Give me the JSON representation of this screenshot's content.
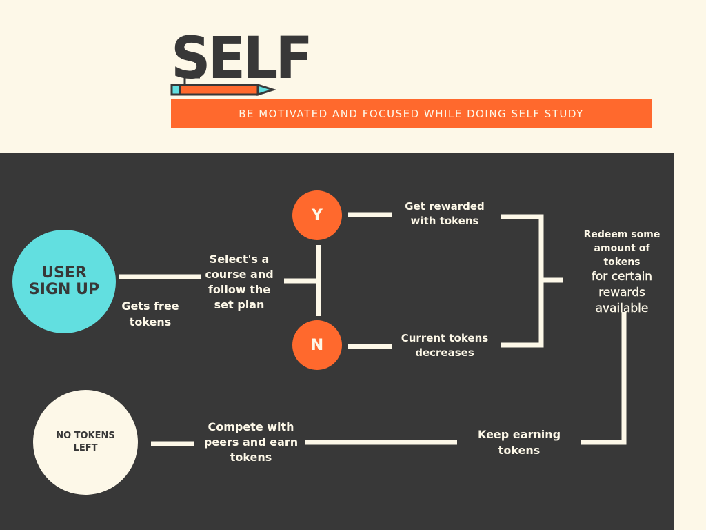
{
  "header": {
    "title": "SELF",
    "tagline": "BE MOTIVATED AND FOCUSED WHILE DOING SELF STUDY"
  },
  "nodes": {
    "user_sign_up": "USER\nSIGN UP",
    "gets_free_tokens": "Gets free\ntokens",
    "select_course": "Select's a\ncourse and\nfollow the\nset plan",
    "yes": "Y",
    "no": "N",
    "get_rewarded": "Get rewarded\nwith tokens",
    "current_tokens": "Current tokens\ndecreases",
    "redeem_a": "Redeem some\namount of\ntokens",
    "redeem_b": "for certain\nrewards\navailable",
    "keep_earning": "Keep earning\ntokens",
    "compete": "Compete with\npeers and earn\ntokens",
    "no_tokens_left": "NO TOKENS\nLEFT"
  },
  "colors": {
    "orange": "#ff692d",
    "cyan": "#62dfe0",
    "dark": "#383838",
    "cream": "#fdf8e8"
  }
}
